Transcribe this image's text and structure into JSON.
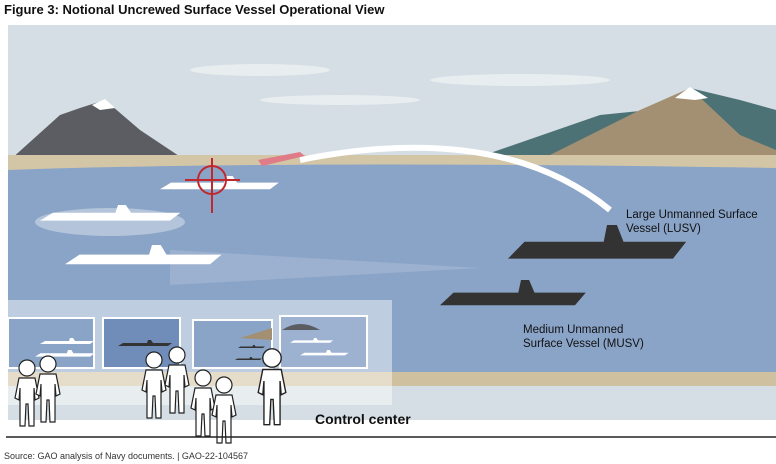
{
  "figure": {
    "title": "Figure 3: Notional Uncrewed Surface Vessel Operational View",
    "labels": {
      "lusv_line1": "Large Unmanned Surface",
      "lusv_line2": "Vessel (LUSV)",
      "musv_line1": "Medium Unmanned",
      "musv_line2": "Surface Vessel (MUSV)",
      "control_center": "Control center"
    },
    "source": "Source: GAO analysis of Navy documents.  |  GAO-22-104567",
    "colors": {
      "sky": "#d5dee4",
      "water": "#8aa4c8",
      "sand": "#d3c6a6",
      "dark_ship": "#333333",
      "missile": "#e07c88"
    }
  }
}
